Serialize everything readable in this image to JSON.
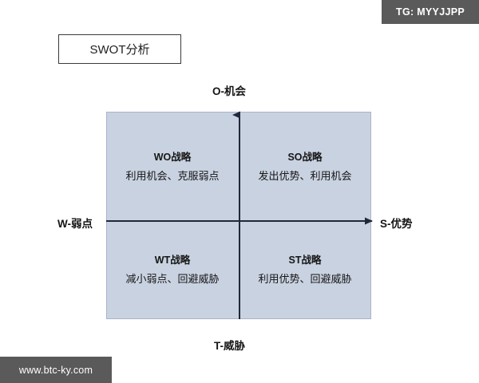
{
  "badge": {
    "label": "TG: MYYJJPP"
  },
  "watermark": {
    "label": "www.btc-ky.com"
  },
  "title": {
    "label": "SWOT分析"
  },
  "axes": {
    "top": "O-机会",
    "bottom": "T-威胁",
    "left": "W-弱点",
    "right": "S-优势"
  },
  "quadrants": [
    {
      "key": "wo",
      "title": "WO战略",
      "desc": "利用机会、克服弱点"
    },
    {
      "key": "so",
      "title": "SO战略",
      "desc": "发出优势、利用机会"
    },
    {
      "key": "wt",
      "title": "WT战略",
      "desc": "减小弱点、回避威胁"
    },
    {
      "key": "st",
      "title": "ST战略",
      "desc": "利用优势、回避威胁"
    }
  ],
  "colors": {
    "matrix_fill": "#c9d2e1",
    "matrix_border": "#a9b4c8",
    "axis_line": "#20283a",
    "badge_bg": "#5a5a5a",
    "text": "#161616"
  }
}
